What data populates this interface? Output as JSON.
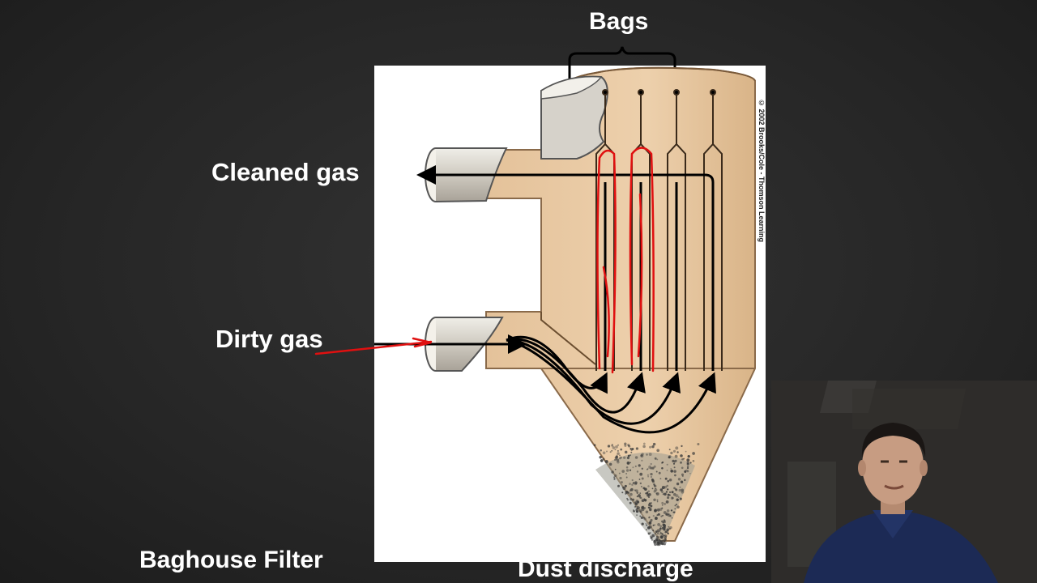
{
  "labels": {
    "bags": "Bags",
    "cleaned_gas": "Cleaned gas",
    "dirty_gas": "Dirty gas",
    "title": "Baghouse Filter",
    "dust_discharge": "Dust discharge"
  },
  "copyright": "© 2002 Brooks/Cole - Thomson Learning",
  "colors": {
    "background": "#2a2a2a",
    "housing": "#e8c8a0",
    "housing_outline": "#8a6a4a",
    "pipe": "#d8d4cc",
    "flow_arrow": "#000000",
    "annotation": "#e01010",
    "label": "#ffffff"
  }
}
